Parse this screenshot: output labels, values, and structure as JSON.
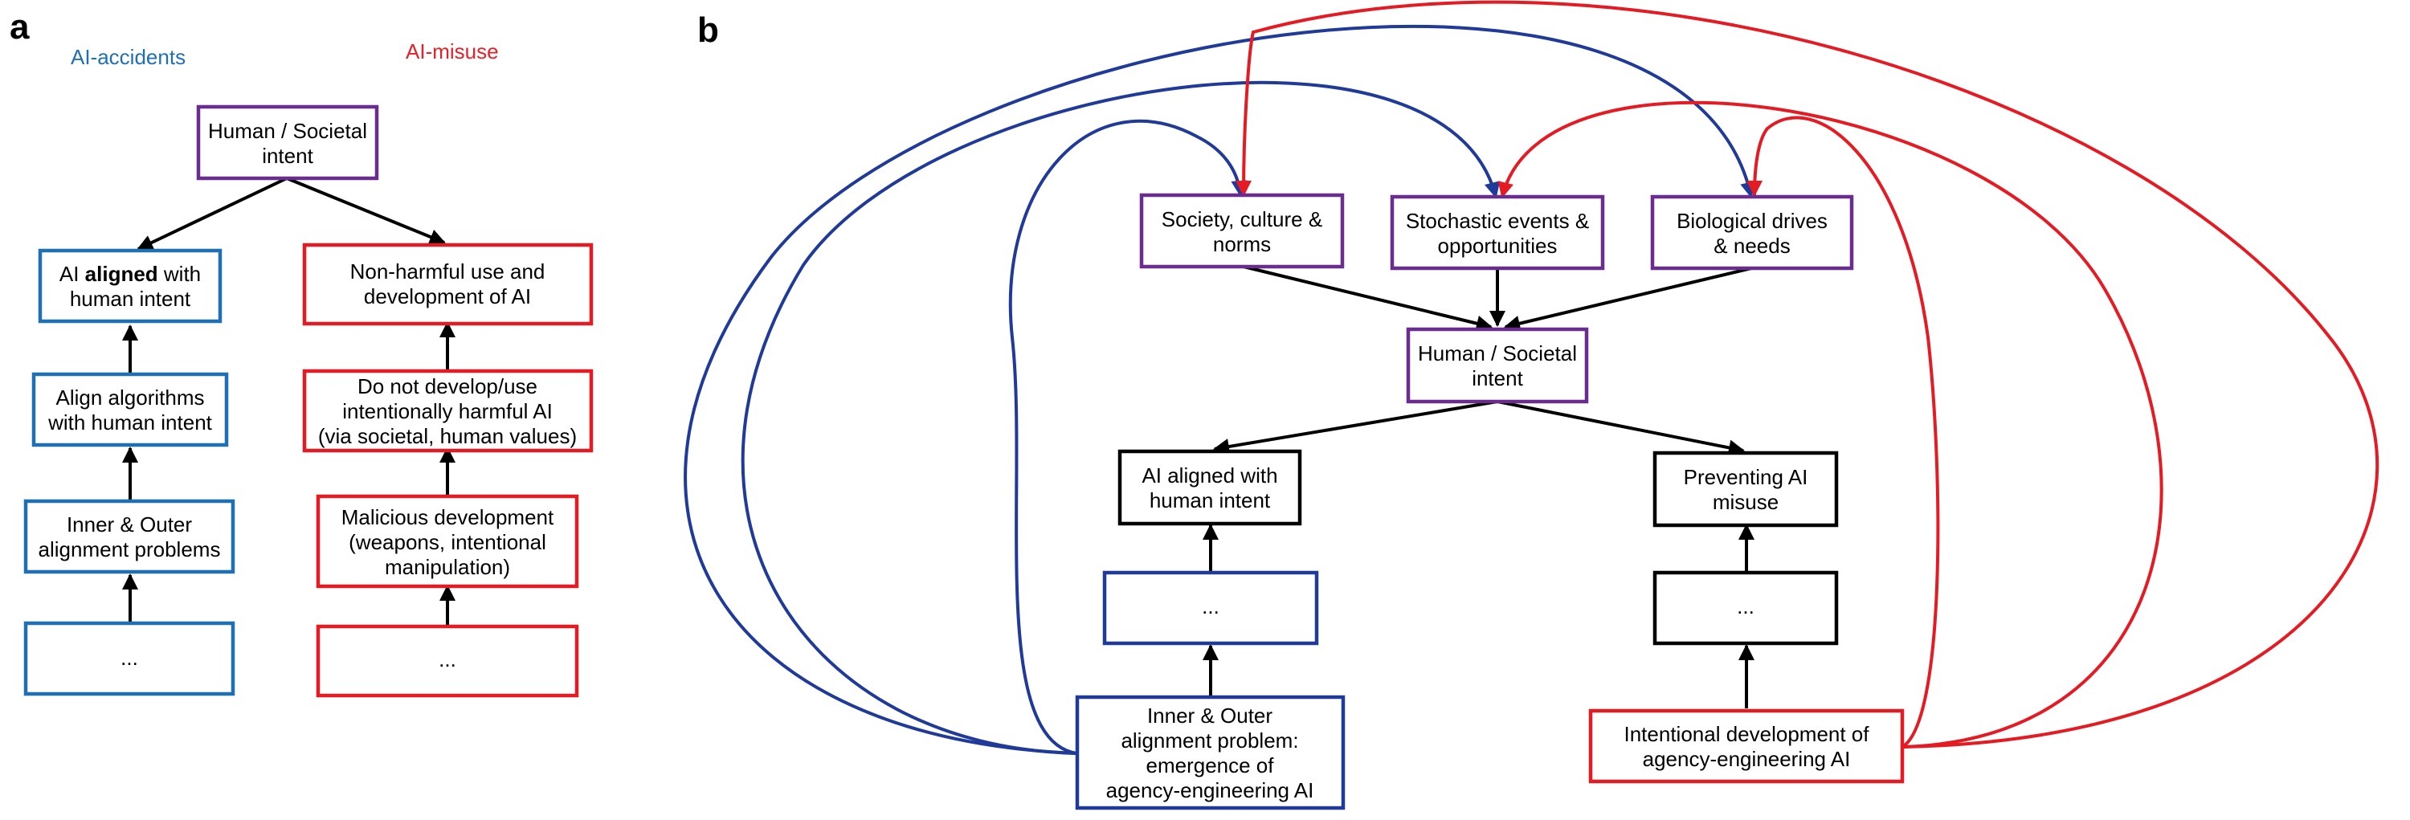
{
  "panel_a": {
    "letter": "a",
    "category_accidents": "AI-accidents",
    "category_misuse": "AI-misuse",
    "nodes": {
      "top": [
        "Human / Societal",
        "intent"
      ],
      "aligned": [
        "AI aligned with",
        "human intent"
      ],
      "aligned_bold": "aligned",
      "align_algorithms": [
        "Align algorithms",
        "with human intent"
      ],
      "inner_outer": [
        "Inner & Outer",
        "alignment problems"
      ],
      "accidents_dots": [
        "..."
      ],
      "non_harmful": [
        "Non-harmful use and",
        "development of AI"
      ],
      "do_not_develop": [
        "Do not develop/use",
        "intentionally harmful AI",
        "(via societal, human values)"
      ],
      "malicious": [
        "Malicious development",
        "(weapons, intentional",
        "manipulation)"
      ],
      "misuse_dots": [
        "..."
      ]
    }
  },
  "panel_b": {
    "letter": "b",
    "nodes": {
      "society": [
        "Society, culture &",
        "norms"
      ],
      "stochastic": [
        "Stochastic events &",
        "opportunities"
      ],
      "biological": [
        "Biological drives",
        "& needs"
      ],
      "intent": [
        "Human / Societal",
        "intent"
      ],
      "aligned": [
        "AI aligned with",
        "human intent"
      ],
      "preventing": [
        "Preventing AI",
        "misuse"
      ],
      "left_dots": [
        "..."
      ],
      "right_dots": [
        "..."
      ],
      "inner_outer": [
        "Inner & Outer",
        "alignment problem:",
        "emergence of",
        "agency-engineering AI"
      ],
      "intentional": [
        "Intentional development of",
        "agency-engineering AI"
      ]
    }
  },
  "colors": {
    "blue_accidents": "#1f6fb5",
    "red_misuse": "#e8202a",
    "purple": "#6a2c8f",
    "navy": "#203a9a",
    "red": "#e41b23",
    "black": "#000000"
  }
}
